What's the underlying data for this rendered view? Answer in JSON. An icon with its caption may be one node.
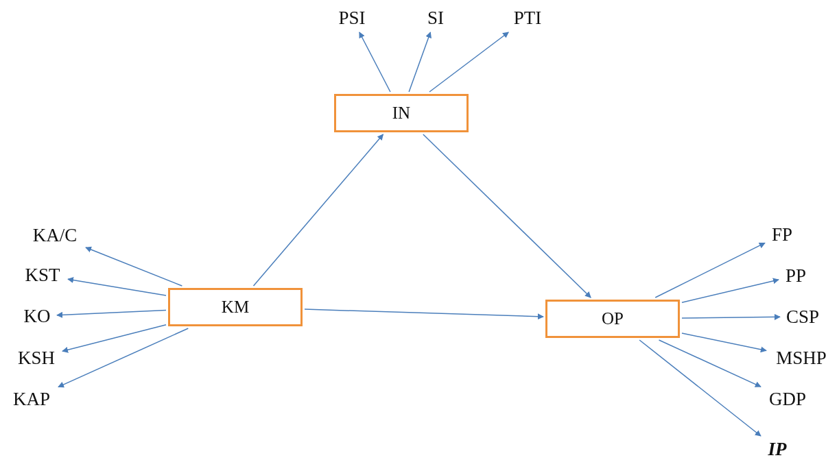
{
  "diagram": {
    "nodes": [
      {
        "text": [
          "IN"
        ]
      },
      {
        "text": [
          "KM"
        ]
      },
      {
        "text": [
          "OP"
        ]
      },
      {
        "text": [
          "PSI"
        ]
      },
      {
        "text": [
          "SI"
        ]
      },
      {
        "text": [
          "PTI"
        ]
      },
      {
        "text": [
          "KA/C"
        ]
      },
      {
        "text": [
          "KST"
        ]
      },
      {
        "text": [
          "KO"
        ]
      },
      {
        "text": [
          "KSH"
        ]
      },
      {
        "text": [
          "KAP"
        ]
      },
      {
        "text": [
          "FP"
        ]
      },
      {
        "text": [
          "PP"
        ]
      },
      {
        "text": [
          "CSP"
        ]
      },
      {
        "text": [
          "MSHP"
        ]
      },
      {
        "text": [
          "GDP"
        ]
      },
      {
        "text": [
          "IP"
        ]
      }
    ],
    "edges": [
      {
        "from": 1,
        "to": 0,
        "arrow": "to"
      },
      {
        "from": 0,
        "to": 2,
        "arrow": "to"
      },
      {
        "from": 1,
        "to": 2,
        "arrow": "to"
      },
      {
        "from": 0,
        "to": 3,
        "arrow": "to"
      },
      {
        "from": 0,
        "to": 4,
        "arrow": "to"
      },
      {
        "from": 0,
        "to": 5,
        "arrow": "to"
      },
      {
        "from": 1,
        "to": 6,
        "arrow": "to"
      },
      {
        "from": 1,
        "to": 7,
        "arrow": "to"
      },
      {
        "from": 1,
        "to": 8,
        "arrow": "to"
      },
      {
        "from": 1,
        "to": 9,
        "arrow": "to"
      },
      {
        "from": 1,
        "to": 10,
        "arrow": "to"
      },
      {
        "from": 2,
        "to": 11,
        "arrow": "to"
      },
      {
        "from": 2,
        "to": 12,
        "arrow": "to"
      },
      {
        "from": 2,
        "to": 13,
        "arrow": "to"
      },
      {
        "from": 2,
        "to": 14,
        "arrow": "to"
      },
      {
        "from": 2,
        "to": 15,
        "arrow": "to"
      },
      {
        "from": 2,
        "to": 16,
        "arrow": "to"
      }
    ]
  }
}
